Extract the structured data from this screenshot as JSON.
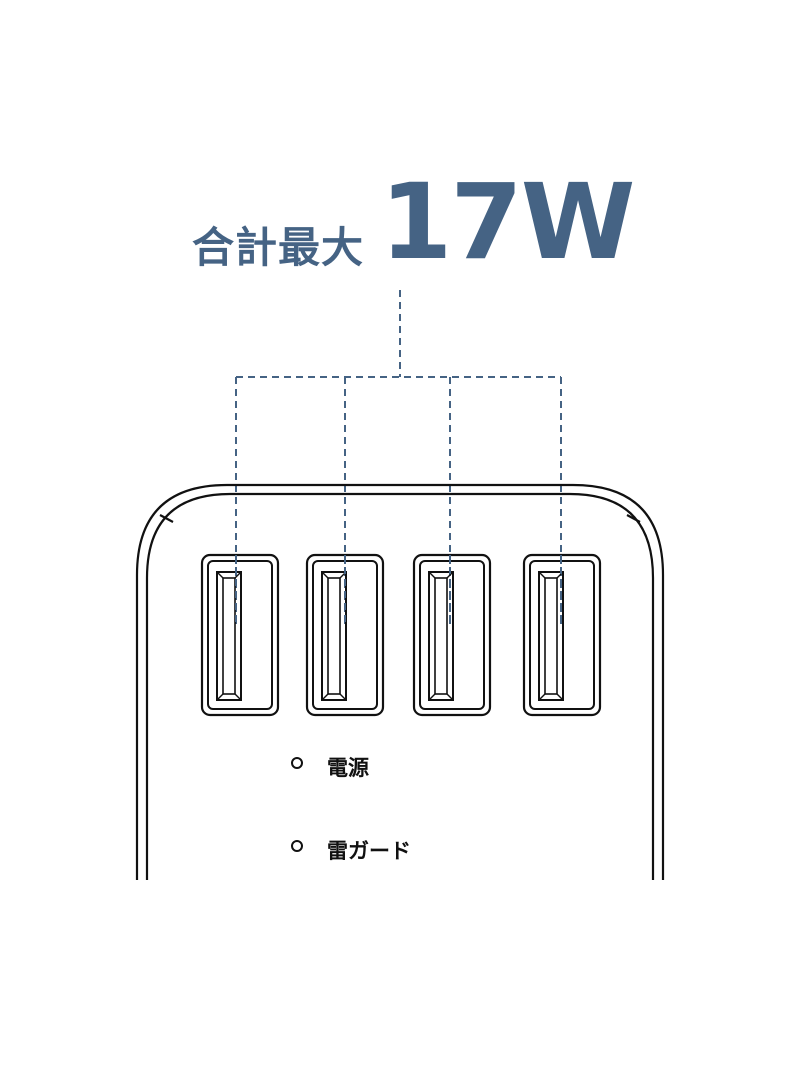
{
  "headline": {
    "prefix": "合計最大",
    "power": "17W"
  },
  "device": {
    "usb_ports": [
      {
        "id": "usb-port-1"
      },
      {
        "id": "usb-port-2"
      },
      {
        "id": "usb-port-3"
      },
      {
        "id": "usb-port-4"
      }
    ],
    "indicators": [
      {
        "label": "電源"
      },
      {
        "label": "雷ガード"
      }
    ]
  },
  "colors": {
    "accent": "#456384",
    "outline": "#111111"
  }
}
